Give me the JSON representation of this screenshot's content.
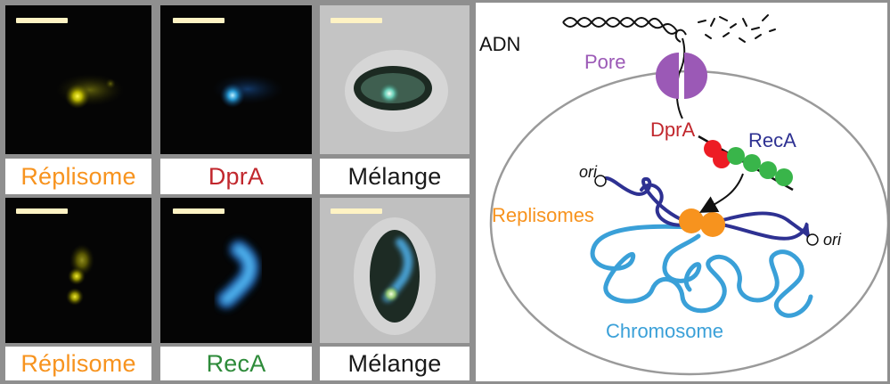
{
  "figure": {
    "labels_row1": [
      "Réplisome",
      "DprA",
      "Mélange"
    ],
    "labels_row2": [
      "Réplisome",
      "RecA",
      "Mélange"
    ]
  },
  "diagram": {
    "adn_label": "ADN",
    "pore_label": "Pore",
    "dpra_label": "DprA",
    "reca_label": "RecA",
    "replisomes_label": "Replisomes",
    "ori_top_label": "ori",
    "ori_right_label": "ori",
    "chromosome_label": "Chromosome"
  },
  "colors": {
    "replisome": "#f7931e",
    "dpra": "#c1272d",
    "reca": "#2e8b3a",
    "melange": "#1a1a1a",
    "pore": "#9b59b6",
    "chromosome": "#3aa0d8",
    "dna_loop": "#2e3192",
    "reca_beads": "#39b54a",
    "dpra_beads": "#ed1c24"
  }
}
